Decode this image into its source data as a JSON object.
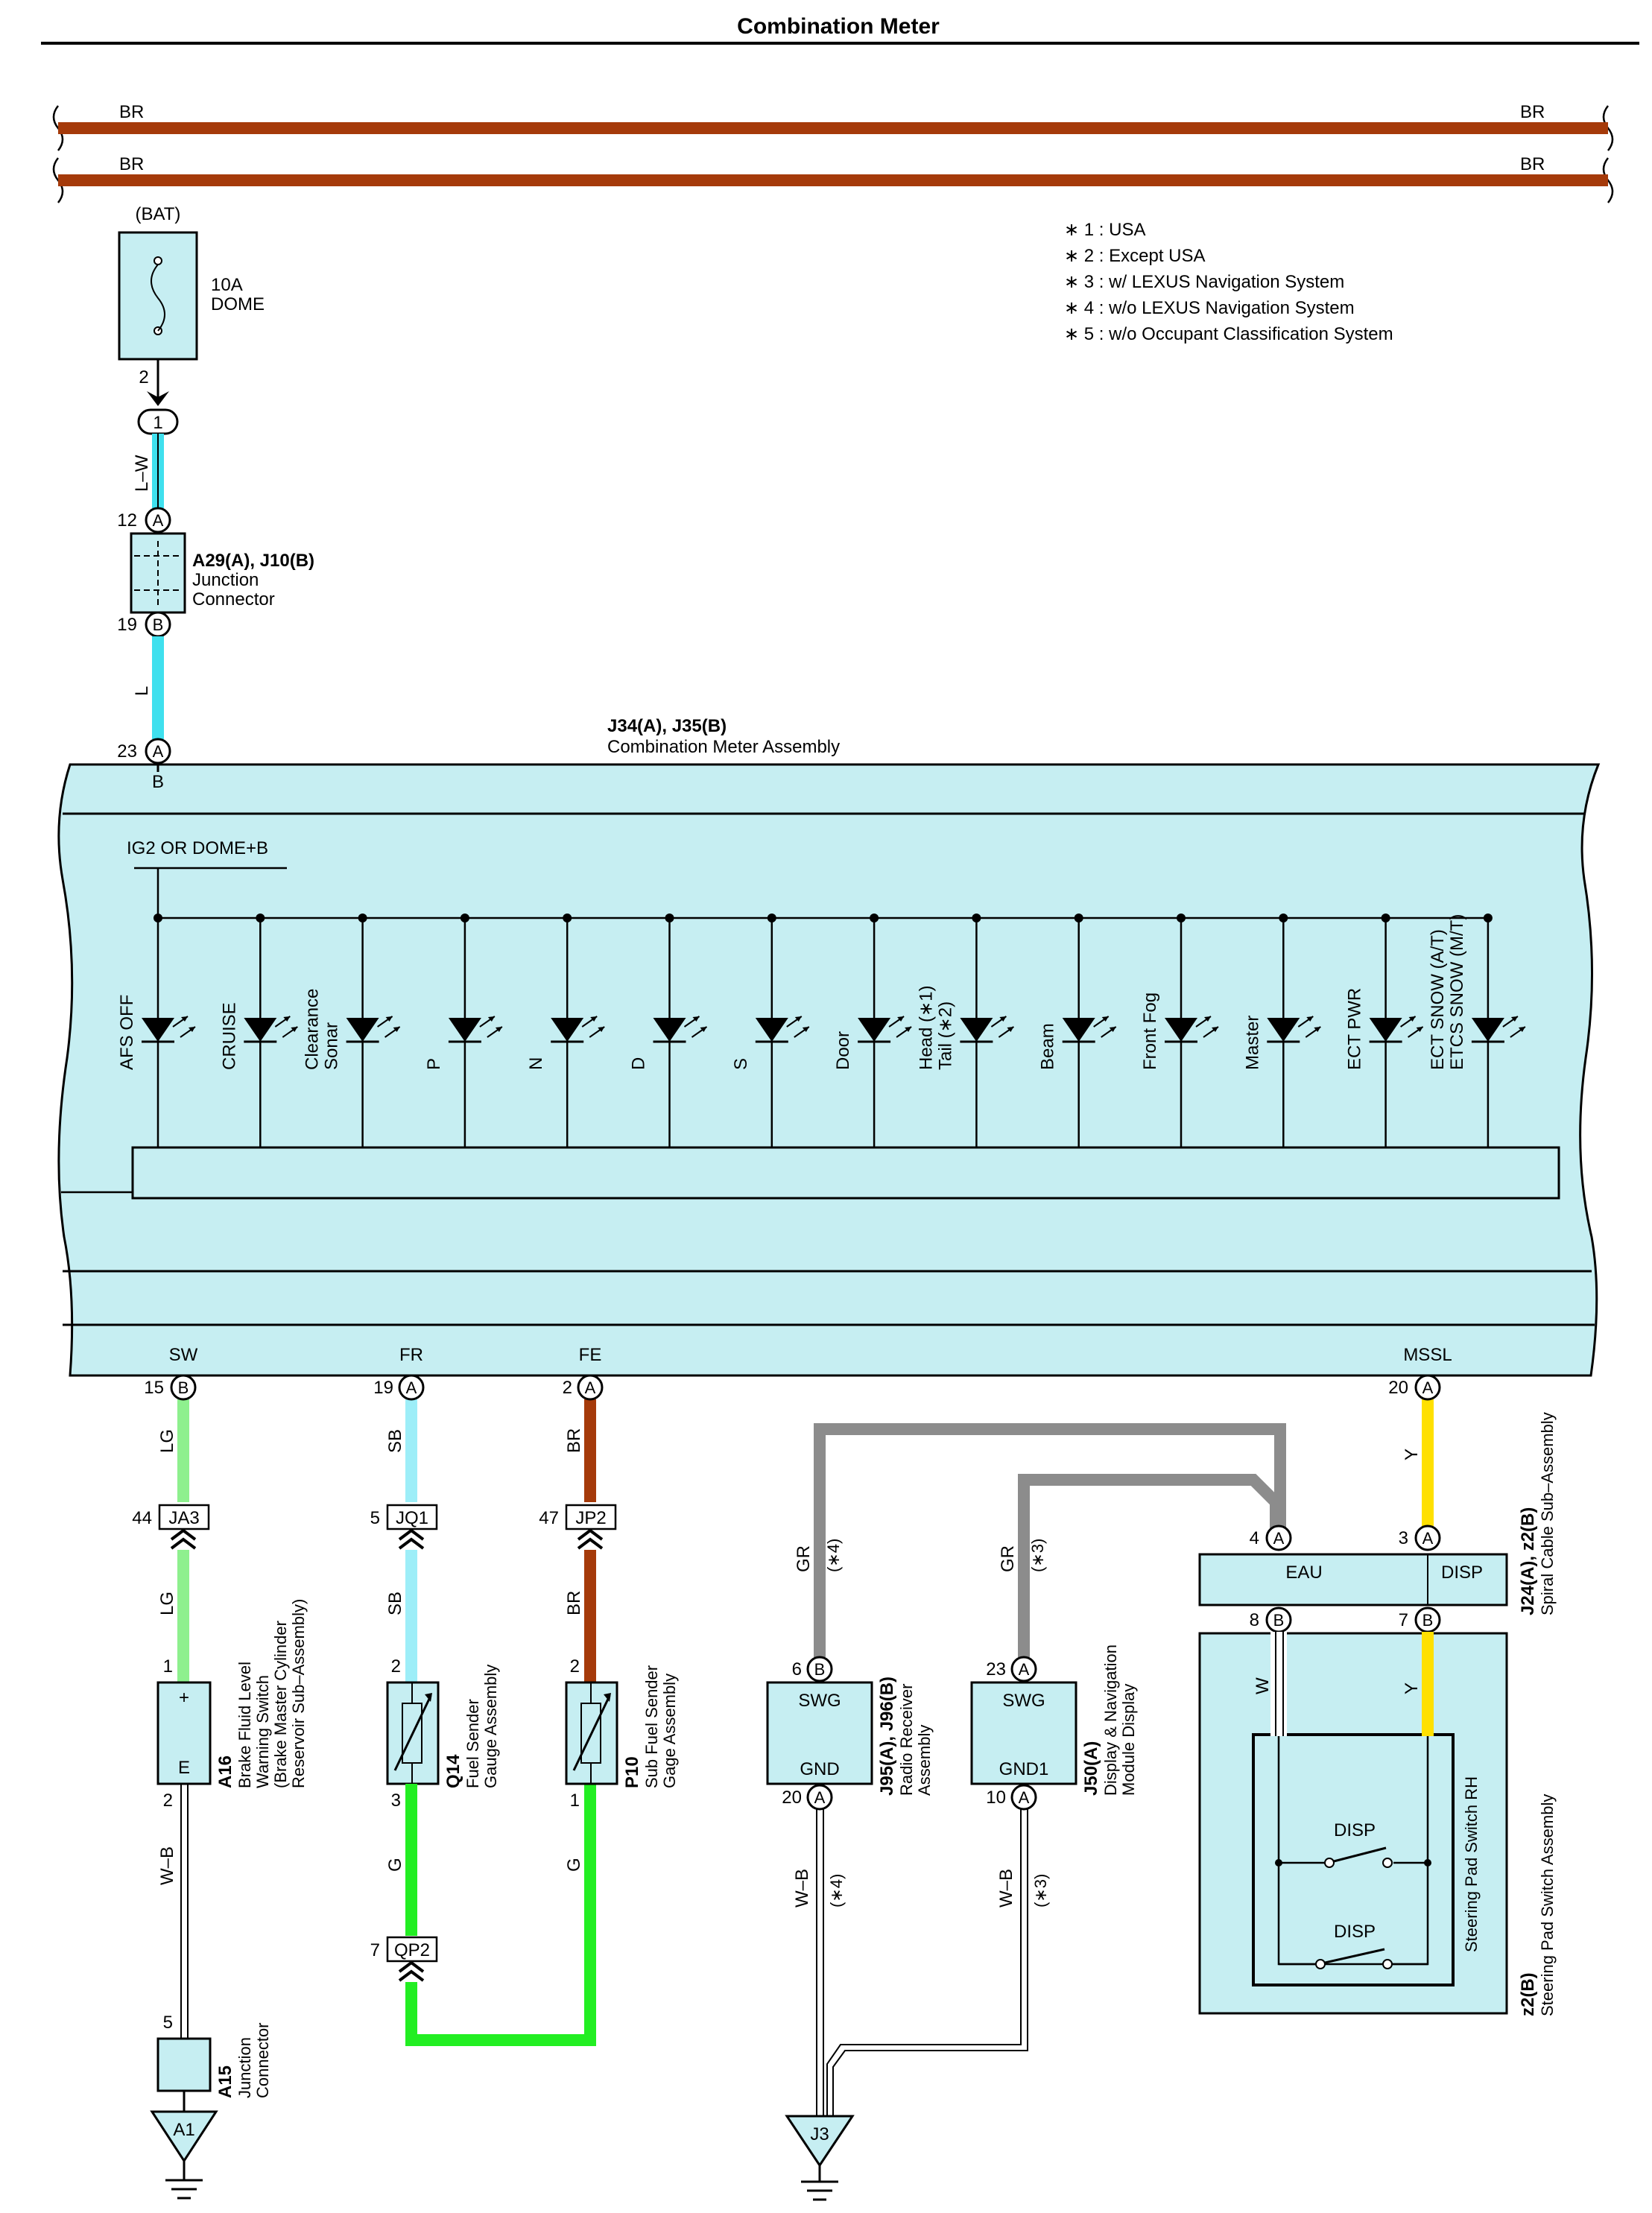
{
  "title": "Combination Meter",
  "bus_wires": [
    {
      "color_code": "BR",
      "right_code": "BR"
    },
    {
      "color_code": "BR",
      "right_code": "BR"
    }
  ],
  "notes": [
    "∗ 1 : USA",
    "∗ 2 : Except USA",
    "∗ 3 : w/ LEXUS Navigation System",
    "∗ 4 : w/o LEXUS Navigation System",
    "∗ 5 : w/o Occupant Classification System"
  ],
  "fuse": {
    "source": "(BAT)",
    "rating": "10A",
    "name": "DOME",
    "pin": "2",
    "connector": "1"
  },
  "junction_connector_top": {
    "code": "A29(A), J10(B)",
    "name1": "Junction",
    "name2": "Connector",
    "pin_a": "12",
    "pin_a_letter": "A",
    "pin_b": "19",
    "pin_b_letter": "B",
    "wire_in": "L–W",
    "wire_out": "L"
  },
  "meter": {
    "code": "J34(A), J35(B)",
    "name": "Combination Meter Assembly",
    "input_pin": "23",
    "input_letter": "A",
    "input_terminal": "B",
    "supply_label": "IG2 OR DOME+B",
    "indicators": [
      {
        "l1": "AFS OFF",
        "l2": ""
      },
      {
        "l1": "CRUISE",
        "l2": ""
      },
      {
        "l1": "Clearance",
        "l2": "Sonar"
      },
      {
        "l1": "P",
        "l2": ""
      },
      {
        "l1": "N",
        "l2": ""
      },
      {
        "l1": "D",
        "l2": ""
      },
      {
        "l1": "S",
        "l2": ""
      },
      {
        "l1": "Door",
        "l2": ""
      },
      {
        "l1": "Head (∗1)",
        "l2": "Tail (∗2)"
      },
      {
        "l1": "Beam",
        "l2": ""
      },
      {
        "l1": "Front Fog",
        "l2": ""
      },
      {
        "l1": "Master",
        "l2": ""
      },
      {
        "l1": "ECT PWR",
        "l2": ""
      },
      {
        "l1": "ECT SNOW (A/T)",
        "l2": "ETCS SNOW (M/T)"
      }
    ],
    "terminals": [
      {
        "name": "SW",
        "pin": "15",
        "letter": "B"
      },
      {
        "name": "FR",
        "pin": "19",
        "letter": "A"
      },
      {
        "name": "FE",
        "pin": "2",
        "letter": "A"
      },
      {
        "name": "MSSL",
        "pin": "20",
        "letter": "A"
      }
    ]
  },
  "circuits": {
    "sw": {
      "wire1": "LG",
      "conn_pin": "44",
      "conn": "JA3",
      "wire2": "LG",
      "pin_plus": "1",
      "plus": "+",
      "e": "E",
      "pin_e": "2",
      "code": "A16",
      "name1": "Brake Fluid Level",
      "name2": "Warning Switch",
      "name3": "(Brake Master Cylinder",
      "name4": "Reservoir Sub–Assembly)",
      "wire3": "W–B",
      "jc_pin": "5",
      "jc_code": "A15",
      "jc_name1": "Junction",
      "jc_name2": "Connector",
      "ground": "A1"
    },
    "fr": {
      "wire1": "SB",
      "conn_pin": "5",
      "conn": "JQ1",
      "wire2": "SB",
      "pin_top": "2",
      "pin_bot": "3",
      "code": "Q14",
      "name1": "Fuel Sender",
      "name2": "Gauge Assembly",
      "wire3": "G",
      "bot_conn_pin": "7",
      "bot_conn": "QP2"
    },
    "fe": {
      "wire1": "BR",
      "conn_pin": "47",
      "conn": "JP2",
      "wire2": "BR",
      "pin_top": "2",
      "pin_bot": "1",
      "code": "P10",
      "name1": "Sub Fuel Sender",
      "name2": "Gage Assembly",
      "wire3": "G"
    },
    "radio": {
      "wire": "GR",
      "note": "(∗4)",
      "pin_top": "6",
      "letter_top": "B",
      "swg": "SWG",
      "gnd": "GND",
      "pin_bot": "20",
      "letter_bot": "A",
      "code": "J95(A), J96(B)",
      "name1": "Radio Receiver",
      "name2": "Assembly",
      "wire_bot": "W–B",
      "note_bot": "(∗4)",
      "ground": "J3"
    },
    "nav": {
      "wire": "GR",
      "note": "(∗3)",
      "pin_top": "23",
      "letter_top": "A",
      "swg": "SWG",
      "gnd": "GND1",
      "pin_bot": "10",
      "letter_bot": "A",
      "code": "J50(A)",
      "name1": "Display & Navigation",
      "name2": "Module Display",
      "wire_bot": "W–B",
      "note_bot": "(∗3)"
    },
    "spiral": {
      "code": "J24(A), z2(B)",
      "name": "Spiral Cable Sub–Assembly",
      "wire_y": "Y",
      "pin_eau": "4",
      "letter_eau": "A",
      "pin_disp": "3",
      "letter_disp": "A",
      "eau": "EAU",
      "disp": "DISP",
      "pin_b1": "8",
      "letter_b1": "B",
      "pin_b2": "7",
      "letter_b2": "B"
    },
    "steering": {
      "wire_w": "W",
      "wire_y": "Y",
      "sw1": "DISP",
      "sw2": "DISP",
      "inner_name": "Steering Pad Switch RH",
      "code": "z2(B)",
      "name": "Steering Pad Switch Assembly"
    }
  },
  "colors": {
    "BR": "#a53a0a",
    "L": "#3fe0ee",
    "SB": "#9deef8",
    "LG": "#8ef08e",
    "G": "#22ee22",
    "GR": "#8c8c8c",
    "Y": "#ffe000",
    "W": "#ffffff",
    "box": "#c6eef2"
  }
}
